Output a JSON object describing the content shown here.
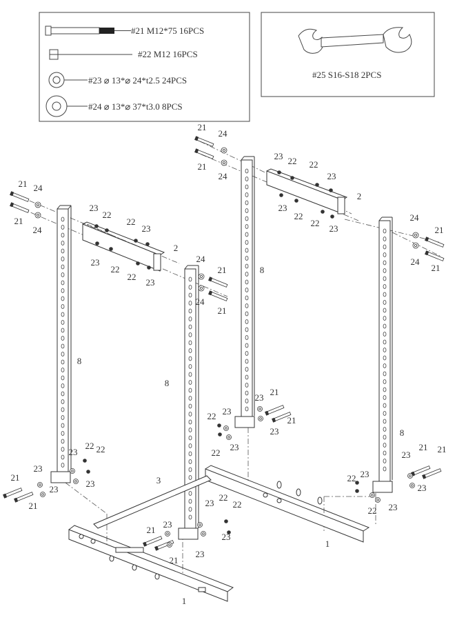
{
  "hardware_list": [
    {
      "id": "bolt-m12x75",
      "text": "#21 M12*75 16PCS"
    },
    {
      "id": "nut-m12",
      "text": "#22 M12  16PCS"
    },
    {
      "id": "washer-small",
      "text": "#23 ⌀ 13*⌀ 24*t2.5  24PCS"
    },
    {
      "id": "washer-large",
      "text": "#24 ⌀ 13*⌀ 37*t3.0  8PCS"
    }
  ],
  "tool": {
    "text": "#25 S16-S18 2PCS"
  },
  "part_numbers": {
    "bolt": "21",
    "nut": "22",
    "washer_small": "23",
    "washer_large": "24",
    "upright": "8",
    "crossbar": "2",
    "side_base": "1",
    "base_crossbar": "3"
  },
  "icons": [
    "bolt-icon",
    "nut-icon",
    "small-washer-icon",
    "large-washer-icon",
    "wrench-icon"
  ]
}
